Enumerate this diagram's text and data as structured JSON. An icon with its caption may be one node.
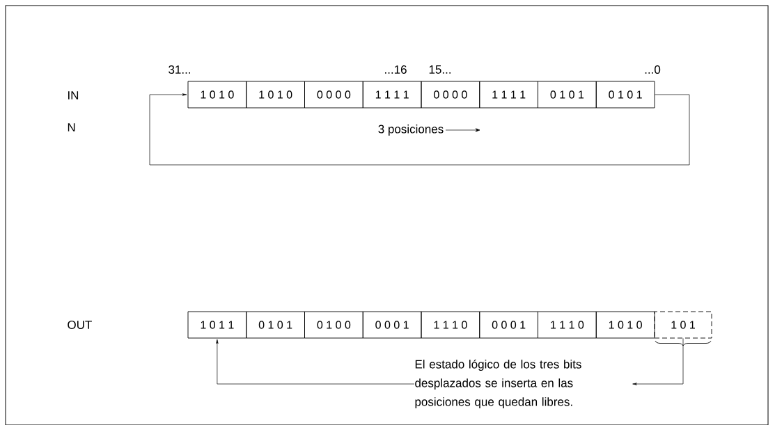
{
  "diagram": {
    "nodes": [
      {
        "text": [
          "1 0 1 0"
        ]
      },
      {
        "text": [
          "1 0 1 0"
        ]
      },
      {
        "text": [
          "0 0 0 0"
        ]
      },
      {
        "text": [
          "1 1 1 1"
        ]
      },
      {
        "text": [
          "0 0 0 0"
        ]
      },
      {
        "text": [
          "1 1 1 1"
        ]
      },
      {
        "text": [
          "0 1 0 1"
        ]
      },
      {
        "text": [
          "0 1 0 1"
        ]
      },
      {
        "text": [
          "1 0 1 1"
        ]
      },
      {
        "text": [
          "0 1 0 1"
        ]
      },
      {
        "text": [
          "0 1 0 0"
        ]
      },
      {
        "text": [
          "0 0 0 1"
        ]
      },
      {
        "text": [
          "1 1 1 0"
        ]
      },
      {
        "text": [
          "0 0 0 1"
        ]
      },
      {
        "text": [
          "1 1 1 0"
        ]
      },
      {
        "text": [
          "1 0 1 0"
        ]
      },
      {
        "text": [
          "1 0 1"
        ]
      },
      {
        "text": [
          "El estado lógico de los tres bits desplazados se inserta en las posiciones que quedan libres."
        ]
      }
    ],
    "edges": [
      {
        "from": 7,
        "to": 0,
        "arrow": "to"
      },
      {
        "from": 16,
        "to": 17,
        "arrow": "to"
      },
      {
        "from": 17,
        "to": 8,
        "arrow": "to"
      }
    ],
    "labels": [
      "31...",
      "...16",
      "15...",
      "...0",
      "IN",
      "N",
      "3 posiciones",
      "OUT"
    ]
  }
}
